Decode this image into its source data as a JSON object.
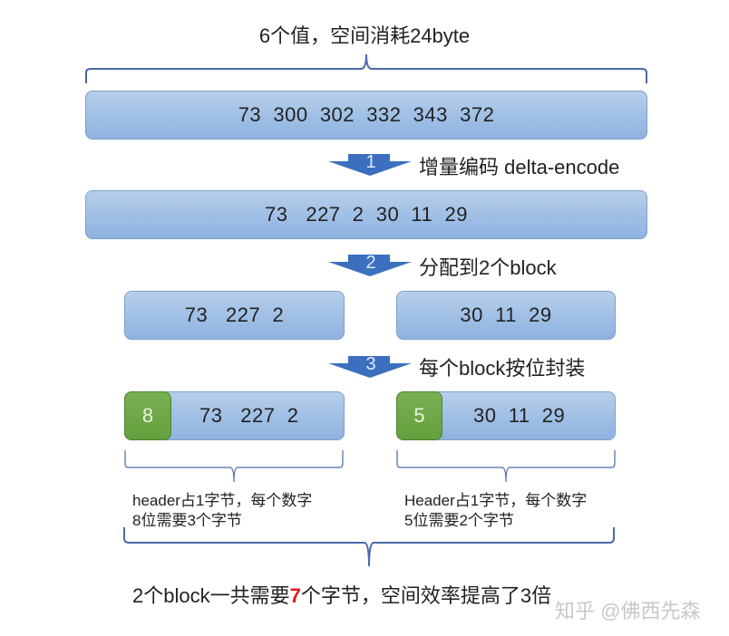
{
  "title": "6个值，空间消耗24byte",
  "original_values": "73  300  302  332  343  372",
  "steps": [
    {
      "number": "1",
      "label": "增量编码 delta-encode"
    },
    {
      "number": "2",
      "label": "分配到2个block"
    },
    {
      "number": "3",
      "label": "每个block按位封装"
    }
  ],
  "delta_values": "73   227  2  30  11  29",
  "blocks": [
    {
      "values": "73   227  2",
      "header": "8",
      "note_line1": "header占1字节，每个数字",
      "note_line2": "8位需要3个字节"
    },
    {
      "values": "30  11  29",
      "header": "5",
      "note_line1": "Header占1字节，每个数字",
      "note_line2": "5位需要2个字节"
    }
  ],
  "summary": {
    "prefix": "2个block一共需要",
    "highlight": "7",
    "suffix": "个字节，空间效率提高了3倍"
  },
  "watermark": "知乎 @佛西先森",
  "colors": {
    "bar": "#9dbde4",
    "header": "#6aa745",
    "arrow": "#3d6fbf",
    "highlight": "#e01818",
    "bracket": "#4a6aa8"
  }
}
